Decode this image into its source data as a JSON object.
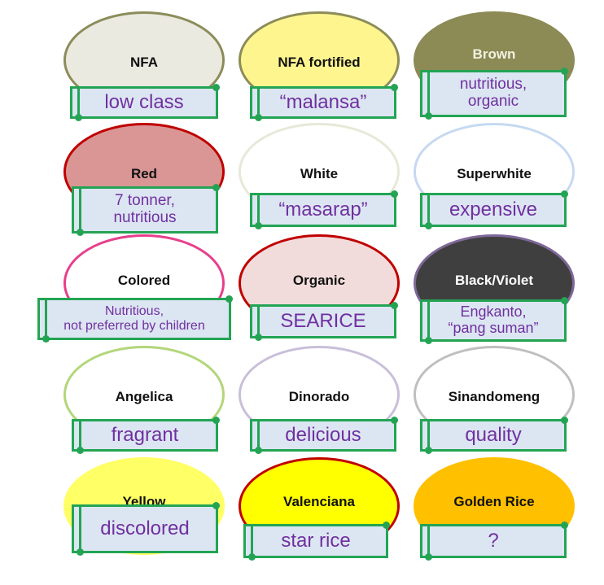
{
  "cells": [
    {
      "title": "NFA",
      "lines": [
        "low class"
      ],
      "fill": "#ebeae0",
      "stroke": "#8c8c5a",
      "title_color": "#111111"
    },
    {
      "title": "NFA fortified",
      "lines": [
        "“malansa”"
      ],
      "fill": "#fff58f",
      "stroke": "#8c8c5a",
      "title_color": "#111111"
    },
    {
      "title": "Brown",
      "lines": [
        "nutritious,",
        "organic"
      ],
      "fill": "#8c8a55",
      "stroke": "#8c8a55",
      "title_color": "#f2f2e0"
    },
    {
      "title": "Red",
      "lines": [
        "7 tonner,",
        "nutritious"
      ],
      "fill": "#d99694",
      "stroke": "#c00000",
      "title_color": "#111111"
    },
    {
      "title": "White",
      "lines": [
        "“masarap”"
      ],
      "fill": "#ffffff",
      "stroke": "#e8e8d8",
      "title_color": "#111111"
    },
    {
      "title": "Superwhite",
      "lines": [
        "expensive"
      ],
      "fill": "#ffffff",
      "stroke": "#c6d9f1",
      "title_color": "#111111"
    },
    {
      "title": "Colored",
      "lines": [
        "Nutritious,",
        "not preferred by children"
      ],
      "fill": "#ffffff",
      "stroke": "#e83e8c",
      "title_color": "#111111"
    },
    {
      "title": "Organic",
      "lines": [
        "SEARICE"
      ],
      "fill": "#f2dcdb",
      "stroke": "#c00000",
      "title_color": "#111111"
    },
    {
      "title": "Black/Violet",
      "lines": [
        "Engkanto,",
        "“pang suman”"
      ],
      "fill": "#3f3f3f",
      "stroke": "#7f6899",
      "title_color": "#ffffff"
    },
    {
      "title": "Angelica",
      "lines": [
        "fragrant"
      ],
      "fill": "#ffffff",
      "stroke": "#b2d67a",
      "title_color": "#111111"
    },
    {
      "title": "Dinorado",
      "lines": [
        "delicious"
      ],
      "fill": "#ffffff",
      "stroke": "#c9bfd9",
      "title_color": "#111111"
    },
    {
      "title": "Sinandomeng",
      "lines": [
        "quality"
      ],
      "fill": "#ffffff",
      "stroke": "#bfbfbf",
      "title_color": "#111111"
    },
    {
      "title": "Yellow",
      "lines": [
        "discolored"
      ],
      "fill": "#ffff66",
      "stroke": "#ffff66",
      "title_color": "#111111"
    },
    {
      "title": "Valenciana",
      "lines": [
        "star rice"
      ],
      "fill": "#ffff00",
      "stroke": "#c00000",
      "title_color": "#111111"
    },
    {
      "title": "Golden Rice",
      "lines": [
        "?"
      ],
      "fill": "#ffc000",
      "stroke": "#ffc000",
      "title_color": "#111111"
    }
  ]
}
